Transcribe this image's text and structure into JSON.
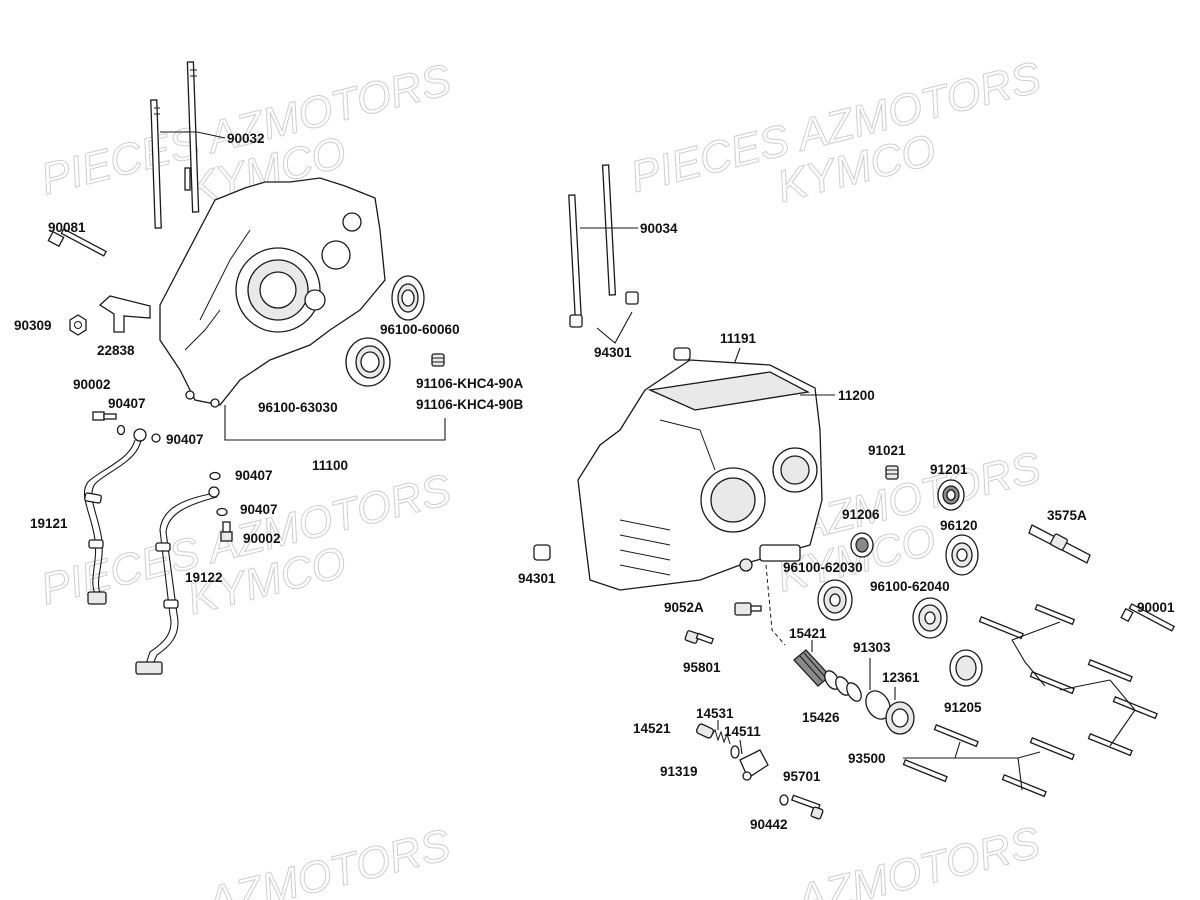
{
  "watermarks": [
    {
      "line1": "PIECES AZMOTORS",
      "line2": "KYMCO"
    },
    {
      "line1": "PIECES AZMOTORS",
      "line2": "KYMCO"
    },
    {
      "line1": "PIECES AZMOTORS",
      "line2": "KYMCO"
    },
    {
      "line1": "PIECES AZMOTORS",
      "line2": "KYMCO"
    },
    {
      "line1": "AZMOTORS"
    },
    {
      "line1": "AZMOTORS"
    }
  ],
  "parts": {
    "p90032": "90032",
    "p90081": "90081",
    "p90309": "90309",
    "p22838": "22838",
    "p96100_60060": "96100-60060",
    "p91106a": "91106-KHC4-90A",
    "p91106b": "91106-KHC4-90B",
    "p96100_63030": "96100-63030",
    "p90002a": "90002",
    "p90407a": "90407",
    "p90407b": "90407",
    "p11100": "11100",
    "p90407c": "90407",
    "p90407d": "90407",
    "p90002b": "90002",
    "p19121": "19121",
    "p19122": "19122",
    "p90034": "90034",
    "p94301a": "94301",
    "p11191": "11191",
    "p11200": "11200",
    "p91021": "91021",
    "p91201": "91201",
    "p91206": "91206",
    "p96120": "96120",
    "p3575A": "3575A",
    "p94301b": "94301",
    "p96100_62030": "96100-62030",
    "p96100_62040": "96100-62040",
    "p90001": "90001",
    "p9052A": "9052A",
    "p15421": "15421",
    "p91303": "91303",
    "p95801": "95801",
    "p12361": "12361",
    "p15426": "15426",
    "p91205": "91205",
    "p14531": "14531",
    "p14521": "14521",
    "p14511": "14511",
    "p91319": "91319",
    "p93500": "93500",
    "p95701": "95701",
    "p90442": "90442"
  }
}
